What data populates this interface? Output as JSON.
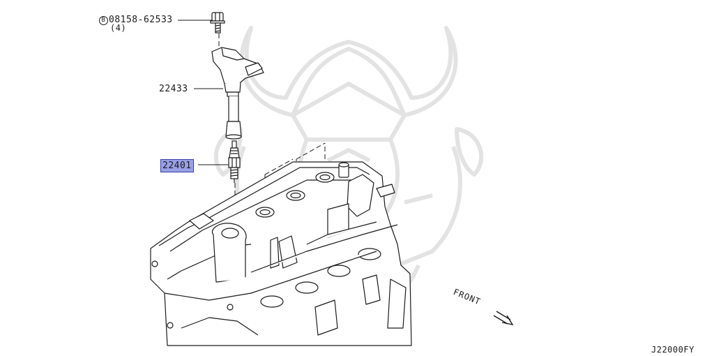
{
  "parts": {
    "bolt": {
      "prefix_symbol": "B",
      "number": "08158-62533",
      "qty": "(4)"
    },
    "ignition_coil": {
      "number": "22433"
    },
    "spark_plug": {
      "number": "22401",
      "highlighted": true,
      "highlight_color": "#9aa0e8"
    }
  },
  "direction_label": "FRONT",
  "diagram_code": "J22000FY",
  "watermark": {
    "icon": "samurai-helmet-watermark",
    "color": "#e6e6e6"
  }
}
